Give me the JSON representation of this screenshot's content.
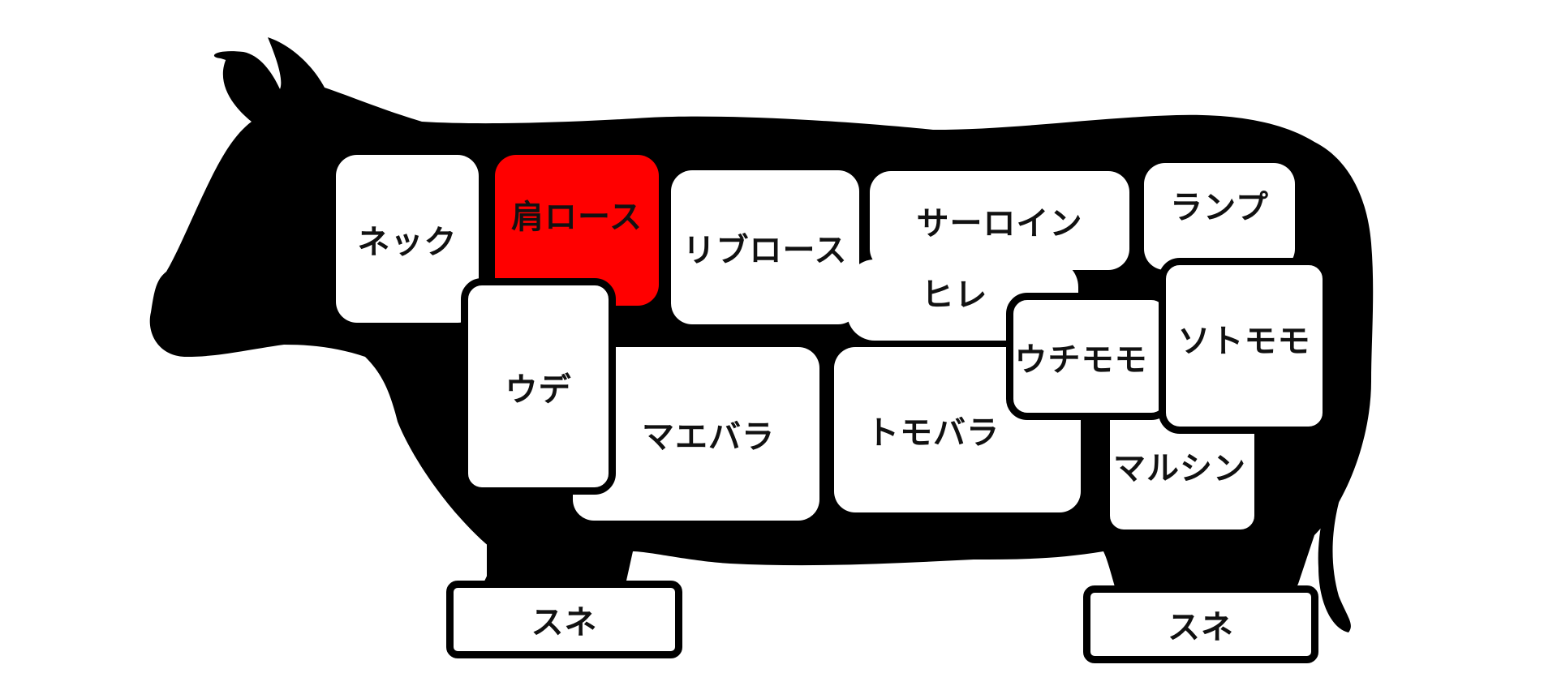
{
  "colors": {
    "selected": "#ff0000",
    "silhouette": "#000000",
    "box": "#ffffff"
  },
  "cuts": {
    "neck": "ネック",
    "kata_rosu": "肩ロース",
    "rib_rosu": "リブロース",
    "sirloin": "サーロイン",
    "rump": "ランプ",
    "hire": "ヒレ",
    "ude": "ウデ",
    "maebara": "マエバラ",
    "tomobara": "トモバラ",
    "uchimomo": "ウチモモ",
    "sotomomo": "ソトモモ",
    "marushin": "マルシン",
    "sune_front": "スネ",
    "sune_rear": "スネ"
  },
  "selected_cut": "kata_rosu"
}
